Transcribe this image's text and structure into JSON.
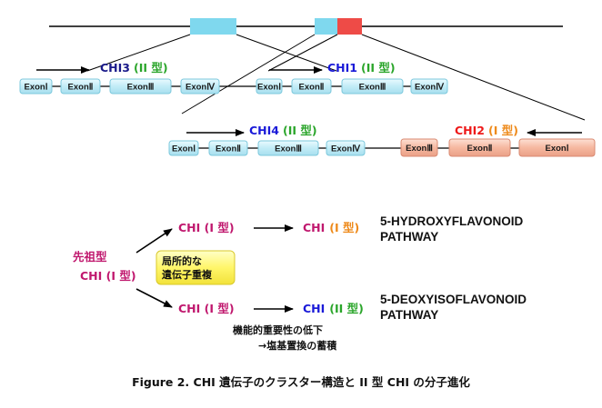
{
  "colors": {
    "exon_blue": "#c6eef8",
    "exon_blue_stroke": "#7cc8dc",
    "exon_salmon": "#f6b9a2",
    "exon_salmon_stroke": "#d98a72",
    "cyan_block": "#7fd8ee",
    "red_block": "#ee4b47",
    "gene_blue": "#1a1ad8",
    "gene_green": "#2aa52a",
    "gene_magenta": "#c0186e",
    "gene_orange": "#ee8a1a",
    "yellow_box": "#fff66a"
  },
  "genes": {
    "chi3": {
      "name": "CHI3",
      "type": "(II 型)",
      "exons": [
        "ExonⅠ",
        "ExonⅡ",
        "ExonⅢ",
        "ExonⅣ"
      ]
    },
    "chi1": {
      "name": "CHI1",
      "type": "(II 型)",
      "exons": [
        "ExonⅠ",
        "ExonⅡ",
        "ExonⅢ",
        "ExonⅣ"
      ]
    },
    "chi4": {
      "name": "CHI4",
      "type": "(II 型)",
      "exons": [
        "ExonⅠ",
        "ExonⅡ",
        "ExonⅢ",
        "ExonⅣ"
      ]
    },
    "chi2": {
      "name": "CHI2",
      "type": "(I 型)",
      "exons": [
        "ExonⅢ",
        "ExonⅡ",
        "ExonⅠ"
      ]
    }
  },
  "evolution": {
    "ancestor_line1": "先祖型",
    "ancestor_line2": "CHI (I 型)",
    "upper_left": "CHI (I 型)",
    "upper_right_name": "CHI",
    "upper_right_type": "(I 型)",
    "lower_left": "CHI (I 型)",
    "lower_right_name": "CHI",
    "lower_right_type": "(II 型)",
    "box_line1": "局所的な",
    "box_line2": "遺伝子重複",
    "pathway_top_line1": "5-HYDROXYFLAVONOID",
    "pathway_top_line2": "PATHWAY",
    "pathway_bottom_line1": "5-DEOXYISOFLAVONOID",
    "pathway_bottom_line2": "PATHWAY",
    "note_line1": "機能的重要性の低下",
    "note_line2": "→塩基置換の蓄積"
  },
  "caption": "Figure 2. CHI 遺伝子のクラスター構造と II 型 CHI の分子進化"
}
